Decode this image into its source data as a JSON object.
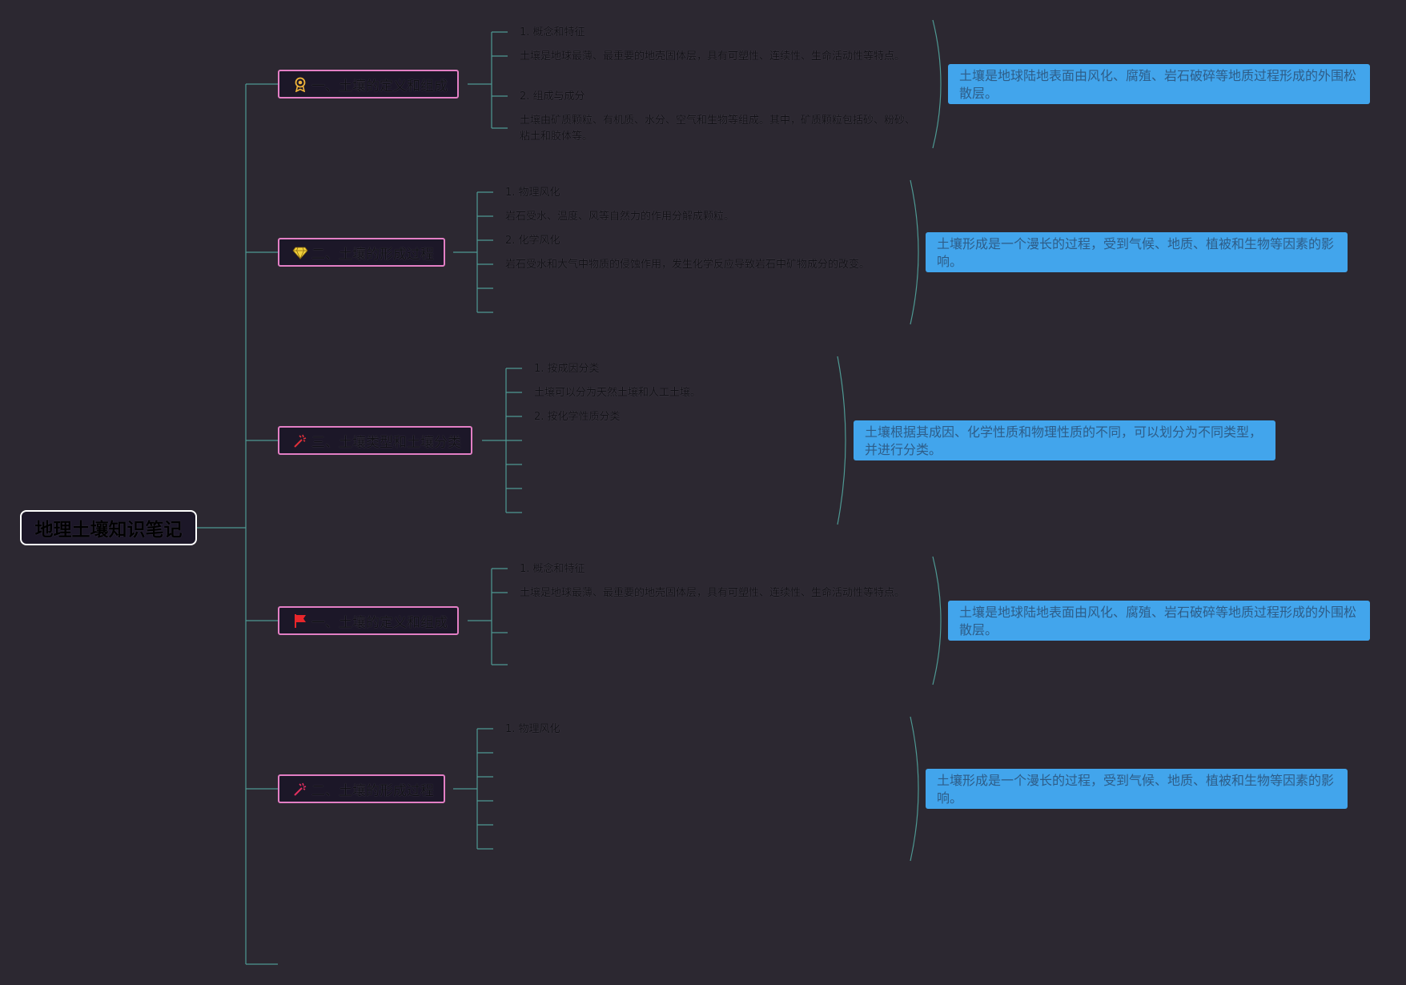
{
  "root": {
    "title": "地理土壤知识笔记"
  },
  "branches": [
    {
      "label": "一、土壤的定义和组成",
      "icon": "award-ribbon-icon",
      "icon_color": "#f0b43a",
      "items": [
        "1. 概念和特征",
        "土壤是地球最薄、最重要的地壳固体层，具有可塑性、连续性、生命活动性等特点。",
        "2. 组成与成分",
        "土壤由矿质颗粒、有机质、水分、空气和生物等组成。其中，矿质颗粒包括砂、粉砂、粘土和胶体等。"
      ],
      "summary": "土壤是地球陆地表面由风化、腐殖、岩石破碎等地质过程形成的外围松散层。"
    },
    {
      "label": "二、土壤的形成过程",
      "icon": "diamond-icon",
      "icon_color": "#f3d23b",
      "items": [
        "1. 物理风化",
        "岩石受水、温度、风等自然力的作用分解成颗粒。",
        "2. 化学风化",
        "岩石受水和大气中物质的侵蚀作用，发生化学反应导致岩石中矿物成分的改变。"
      ],
      "summary": "土壤形成是一个漫长的过程，受到气候、地质、植被和生物等因素的影响。"
    },
    {
      "label": "三、土壤类型和土壤分类",
      "icon": "sparkle-wand-icon",
      "icon_color": "#e0303a",
      "items": [
        "1. 按成因分类",
        "土壤可以分为天然土壤和人工土壤。",
        "2. 按化学性质分类"
      ],
      "summary": "土壤根据其成因、化学性质和物理性质的不同，可以划分为不同类型，并进行分类。"
    },
    {
      "label": "一、土壤的定义和组成",
      "icon": "flag-icon",
      "icon_color": "#e8262b",
      "items": [
        "1. 概念和特征",
        "土壤是地球最薄、最重要的地壳固体层，具有可塑性、连续性、生命活动性等特点。"
      ],
      "summary": "土壤是地球陆地表面由风化、腐殖、岩石破碎等地质过程形成的外围松散层。"
    },
    {
      "label": "二、土壤的形成过程",
      "icon": "sparkle-wand-icon",
      "icon_color": "#e33060",
      "items": [
        "1. 物理风化"
      ],
      "summary": "土壤形成是一个漫长的过程，受到气候、地质、植被和生物等因素的影响。"
    }
  ],
  "colors": {
    "background": "#2c2831",
    "connector": "#4e9993",
    "branch_border": "#e37fc5",
    "summary_fill": "#42a5ec"
  }
}
